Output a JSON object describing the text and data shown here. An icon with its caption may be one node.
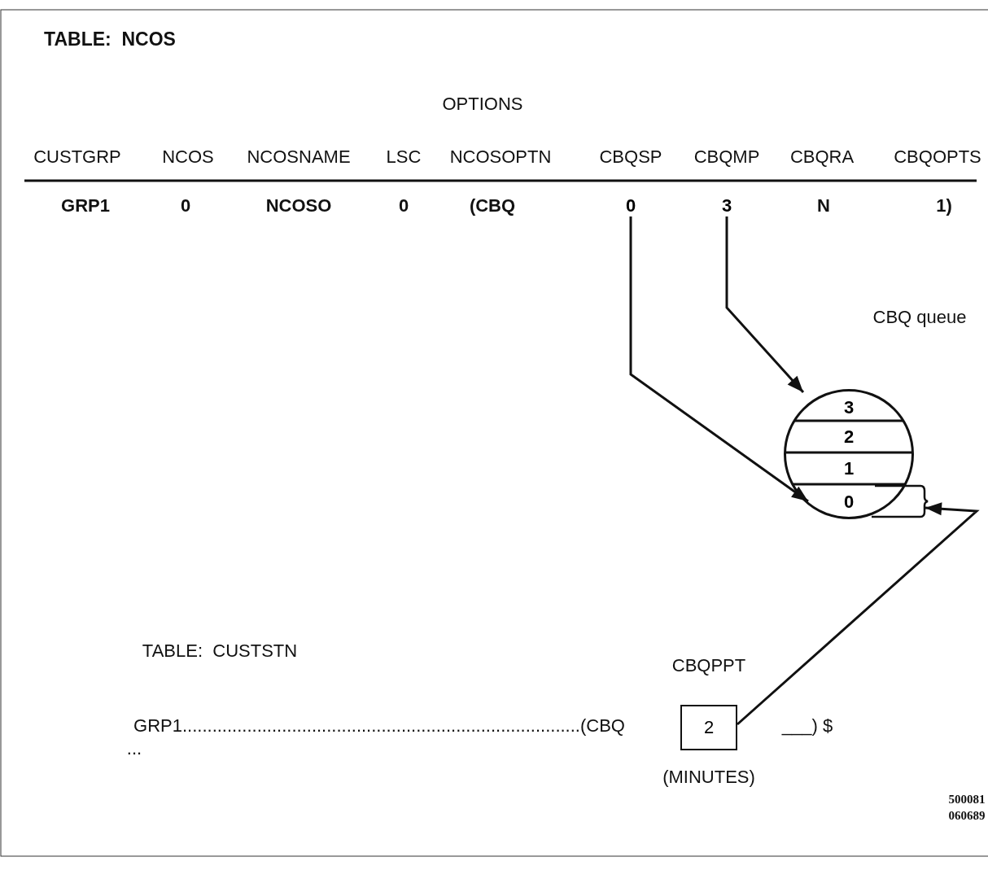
{
  "diagram": {
    "nodes": [
      {
        "text": [
          "0"
        ]
      },
      {
        "text": [
          "3"
        ]
      },
      {
        "text": [],
        "shape": "circle",
        "beside": [
          "CBQ queue"
        ]
      },
      {
        "text": [
          "3"
        ],
        "in": 2
      },
      {
        "text": [
          "2"
        ],
        "in": 2
      },
      {
        "text": [
          "1"
        ],
        "in": 2
      },
      {
        "text": [
          "0"
        ],
        "in": 2
      },
      {
        "text": [
          "2"
        ],
        "beside": [
          "CBQPPT",
          "(MINUTES)"
        ]
      }
    ],
    "edges": [
      {
        "from": 0,
        "to": 6,
        "arrow": "to"
      },
      {
        "from": 1,
        "to": 3,
        "arrow": "to"
      },
      {
        "from": 7,
        "to": 6,
        "arrow": "to"
      }
    ],
    "labels": [
      "TABLE:  NCOS",
      "OPTIONS",
      "CUSTGRP",
      "NCOS",
      "NCOSNAME",
      "LSC",
      "NCOSOPTN",
      "CBQSP",
      "CBQMP",
      "CBQRA",
      "CBQOPTS",
      "GRP1",
      "0",
      "NCOSO",
      "0",
      "(CBQ",
      "N",
      "1)",
      "TABLE:  CUSTSTN",
      "GRP1................................................................................(CBQ",
      "___) $",
      "...",
      "500081",
      "060689"
    ]
  }
}
